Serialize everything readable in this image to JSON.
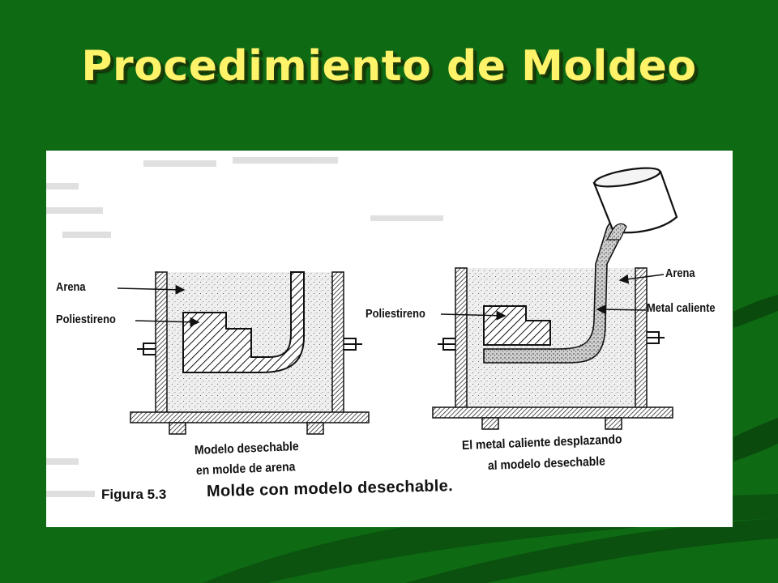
{
  "slide": {
    "title": "Procedimiento de Moldeo"
  },
  "figure": {
    "left": {
      "label_sand": "Arena",
      "label_polystyrene": "Poliestireno",
      "caption_line1": "Modelo desechable",
      "caption_line2": "en molde de arena"
    },
    "right": {
      "label_sand": "Arena",
      "label_polystyrene": "Poliestireno",
      "label_hot_metal": "Metal caliente",
      "caption_line1": "El metal caliente desplazando",
      "caption_line2": "al modelo desechable"
    },
    "figure_number": "Figura 5.3",
    "figure_title": "Molde con modelo desechable."
  },
  "colors": {
    "background": "#0f6a14",
    "title": "#fff36a",
    "stripe": "#0b4f0e"
  }
}
